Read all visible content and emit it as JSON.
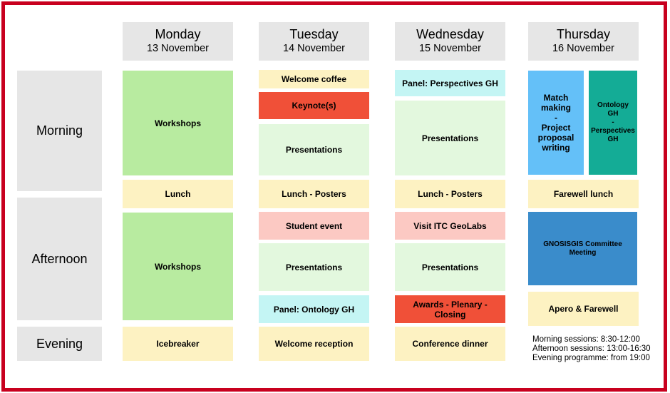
{
  "colors": {
    "frame_border": "#c8001e",
    "header_bg": "#e6e6e6",
    "workshop_green": "#b8eba0",
    "light_green": "#e3f8de",
    "meal_yellow": "#fdf2c2",
    "keynote_red": "#f05038",
    "pink": "#fcc9c3",
    "cyan": "#c4f5f4",
    "blue": "#64c0f8",
    "teal": "#14ac96",
    "steel_blue": "#3a8ccb"
  },
  "days": [
    {
      "name": "Monday",
      "date": "13 November"
    },
    {
      "name": "Tuesday",
      "date": "14 November"
    },
    {
      "name": "Wednesday",
      "date": "15 November"
    },
    {
      "name": "Thursday",
      "date": "16 November"
    }
  ],
  "rows": {
    "morning": "Morning",
    "afternoon": "Afternoon",
    "evening": "Evening"
  },
  "monday": {
    "workshops_am": "Workshops",
    "lunch": "Lunch",
    "workshops_pm": "Workshops",
    "icebreaker": "Icebreaker"
  },
  "tuesday": {
    "welcome_coffee": "Welcome coffee",
    "keynote": "Keynote(s)",
    "presentations_am": "Presentations",
    "lunch_posters": "Lunch - Posters",
    "student_event": "Student event",
    "presentations_pm": "Presentations",
    "panel_ontology": "Panel: Ontology GH",
    "welcome_reception": "Welcome reception"
  },
  "wednesday": {
    "panel_perspectives": "Panel: Perspectives GH",
    "presentations_am": "Presentations",
    "lunch_posters": "Lunch - Posters",
    "visit_geolabs": "Visit ITC GeoLabs",
    "presentations_pm": "Presentations",
    "awards": "Awards - Plenary - Closing",
    "conference_dinner": "Conference dinner"
  },
  "thursday": {
    "match_making": [
      "Match",
      "making",
      "-",
      "Project",
      "proposal",
      "writing"
    ],
    "ontology_perspectives": [
      "Ontology",
      "GH",
      "-",
      "Perspectives",
      "GH"
    ],
    "farewell_lunch": "Farewell lunch",
    "committee": "GNOSISGIS Committee Meeting",
    "apero": "Apero & Farewell"
  },
  "notes": [
    "Morning sessions: 8:30-12:00",
    "Afternoon sessions: 13:00-16:30",
    "Evening programme: from 19:00"
  ]
}
